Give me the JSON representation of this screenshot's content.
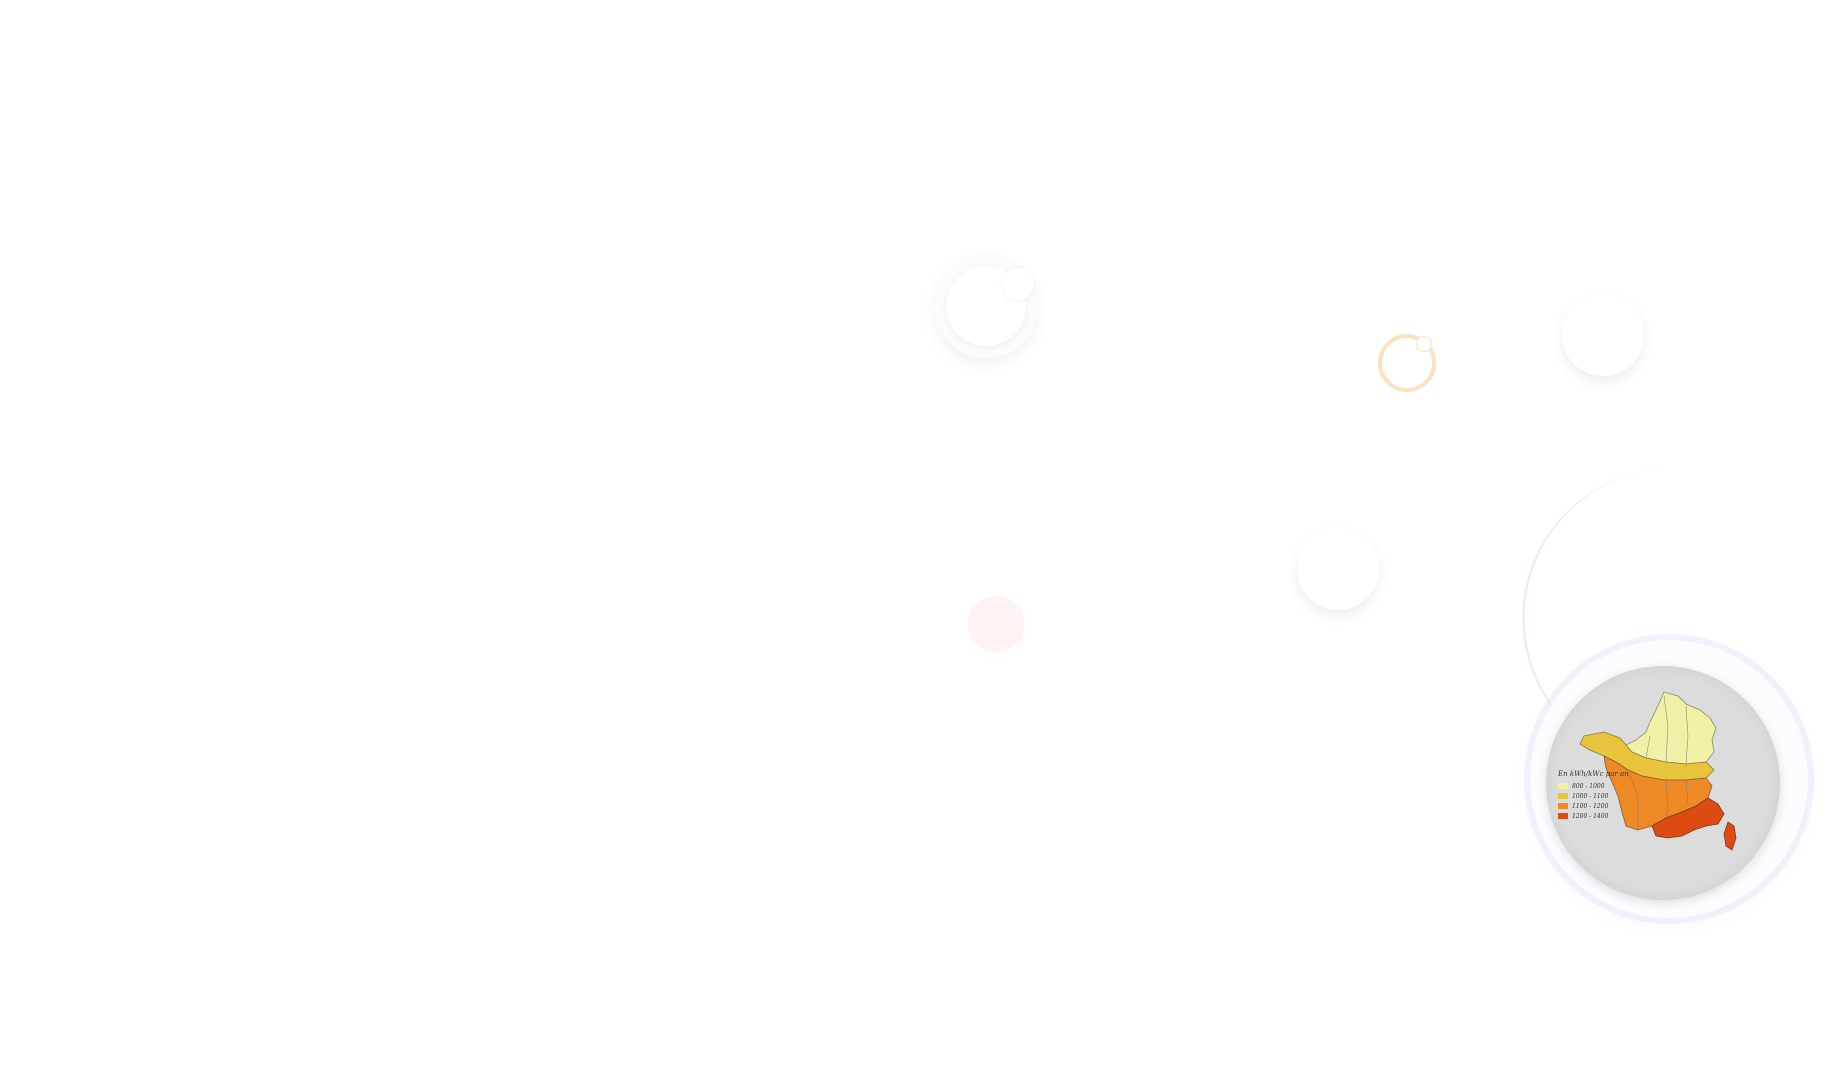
{
  "map": {
    "legend_title": "En kWh/kWc par an",
    "legend": [
      {
        "label": "800 - 1000",
        "color": "#f0f0a6"
      },
      {
        "label": "1000 - 1100",
        "color": "#e8c43c"
      },
      {
        "label": "1100 - 1200",
        "color": "#ee8a26"
      },
      {
        "label": "1200 - 1400",
        "color": "#dd4a12"
      }
    ]
  },
  "colors": {
    "background": "#ffffff",
    "orange_ring": "#f6aa46",
    "pink_bubble": "#fdf3f3"
  }
}
